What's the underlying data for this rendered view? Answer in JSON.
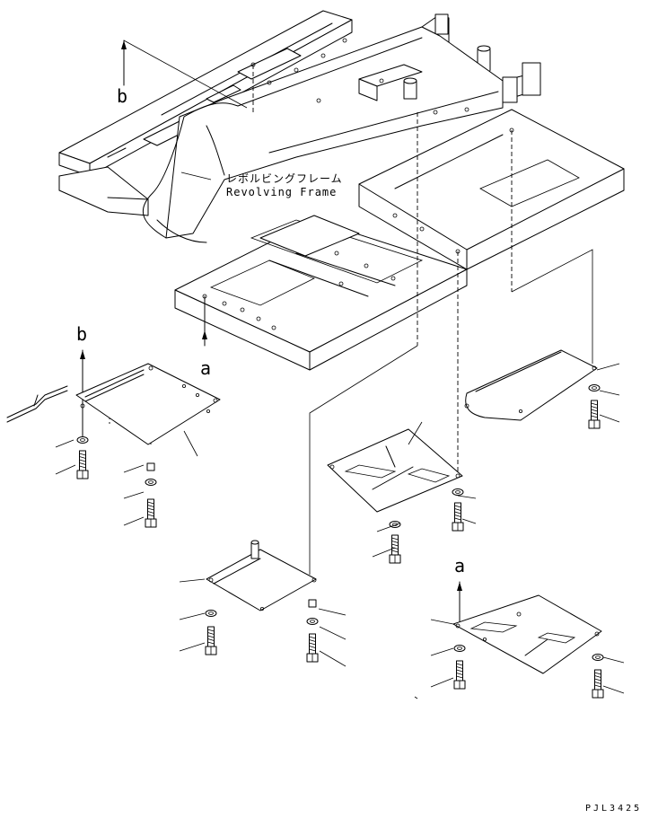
{
  "callout": {
    "japanese": "レボルビングフレーム",
    "english": "Revolving Frame"
  },
  "markers": {
    "a": "a",
    "b": "b"
  },
  "drawing_code": "PJL3425",
  "colors": {
    "line": "#000000",
    "background": "#ffffff"
  }
}
